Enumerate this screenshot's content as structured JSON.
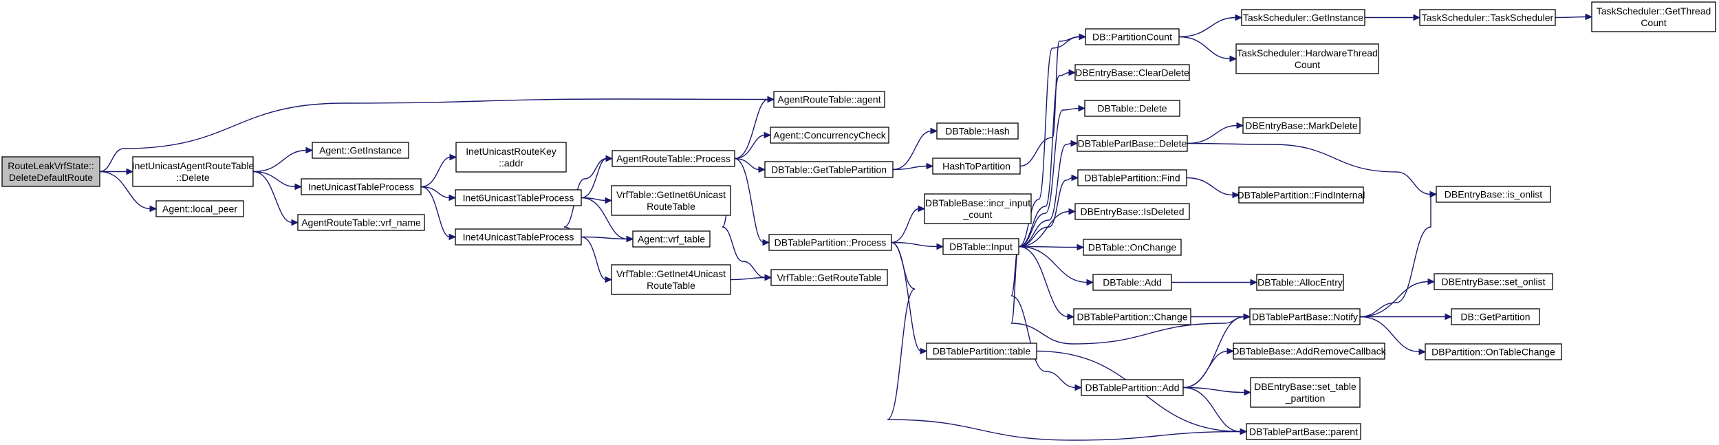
{
  "diagram": {
    "colors": {
      "edge": "#191970",
      "root_fill": "#bfbfbf",
      "node_fill": "#ffffff",
      "border": "#000000"
    },
    "nodes": {
      "root": [
        "RouteLeakVrfState::",
        "DeleteDefaultRoute"
      ],
      "inet_delete": [
        "InetUnicastAgentRouteTable",
        "::Delete"
      ],
      "agent_getinstance": [
        "Agent::GetInstance"
      ],
      "agent_localpeer": [
        "Agent::local_peer"
      ],
      "inet_tableprocess": [
        "InetUnicastTableProcess"
      ],
      "art_vrfname": [
        "AgentRouteTable::vrf_name"
      ],
      "inet_routekey_addr": [
        "InetUnicastRouteKey",
        "::addr"
      ],
      "inet6_tableprocess": [
        "Inet6UnicastTableProcess"
      ],
      "inet4_tableprocess": [
        "Inet4UnicastTableProcess"
      ],
      "art_agent": [
        "AgentRouteTable::agent"
      ],
      "art_process": [
        "AgentRouteTable::Process"
      ],
      "agent_concurrency": [
        "Agent::ConcurrencyCheck"
      ],
      "vrf_getinet6": [
        "VrfTable::GetInet6Unicast",
        "RouteTable"
      ],
      "agent_vrftable": [
        "Agent::vrf_table"
      ],
      "vrf_getinet4": [
        "VrfTable::GetInet4Unicast",
        "RouteTable"
      ],
      "vrf_getroutetable": [
        "VrfTable::GetRouteTable"
      ],
      "dbt_gettablepartition": [
        "DBTable::GetTablePartition"
      ],
      "dbtp_process": [
        "DBTablePartition::Process"
      ],
      "dbt_hash": [
        "DBTable::Hash"
      ],
      "hashtopartition": [
        "HashToPartition"
      ],
      "dbtb_incr_input": [
        "DBTableBase::incr_input",
        "_count"
      ],
      "dbt_input": [
        "DBTable::Input"
      ],
      "dbtp_table": [
        "DBTablePartition::table"
      ],
      "db_partitioncount": [
        "DB::PartitionCount"
      ],
      "dbe_cleardelete": [
        "DBEntryBase::ClearDelete"
      ],
      "dbt_delete": [
        "DBTable::Delete"
      ],
      "dbtpb_delete": [
        "DBTablePartBase::Delete"
      ],
      "dbtp_find": [
        "DBTablePartition::Find"
      ],
      "dbe_isdeleted": [
        "DBEntryBase::IsDeleted"
      ],
      "dbt_onchange": [
        "DBTable::OnChange"
      ],
      "dbt_add": [
        "DBTable::Add"
      ],
      "dbtp_change": [
        "DBTablePartition::Change"
      ],
      "dbtp_add": [
        "DBTablePartition::Add"
      ],
      "ts_getinstance": [
        "TaskScheduler::GetInstance"
      ],
      "ts_hardwarethreadcount": [
        "TaskScheduler::HardwareThread",
        "Count"
      ],
      "dbe_markdelete": [
        "DBEntryBase::MarkDelete"
      ],
      "dbtp_findinternal": [
        "DBTablePartition::FindInternal"
      ],
      "dbt_allocentry": [
        "DBTable::AllocEntry"
      ],
      "dbtpb_notify": [
        "DBTablePartBase::Notify"
      ],
      "dbtb_addremovecallback": [
        "DBTableBase::AddRemoveCallback"
      ],
      "dbe_settablepartition": [
        "DBEntryBase::set_table",
        "_partition"
      ],
      "dbtpb_parent": [
        "DBTablePartBase::parent"
      ],
      "ts_taskscheduler": [
        "TaskScheduler::TaskScheduler"
      ],
      "ts_getthreadcount": [
        "TaskScheduler::GetThread",
        "Count"
      ],
      "dbe_isonlist": [
        "DBEntryBase::is_onlist"
      ],
      "dbe_setonlist": [
        "DBEntryBase::set_onlist"
      ],
      "db_getpartition": [
        "DB::GetPartition"
      ],
      "dbp_ontablechange": [
        "DBPartition::OnTableChange"
      ]
    }
  }
}
